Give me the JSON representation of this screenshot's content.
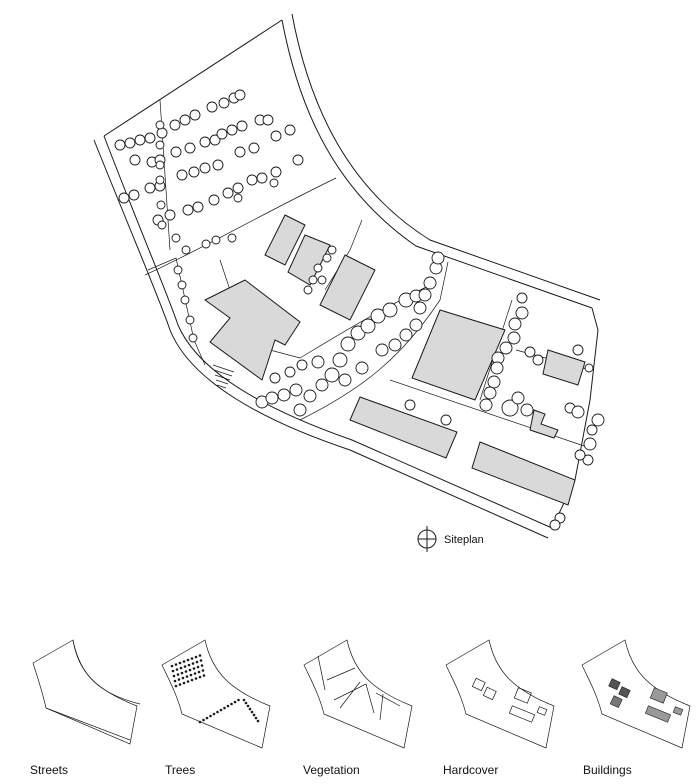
{
  "legend": {
    "siteplan_label": "Siteplan"
  },
  "thumbnails": [
    {
      "key": "streets",
      "label": "Streets"
    },
    {
      "key": "trees",
      "label": "Trees"
    },
    {
      "key": "vegetation",
      "label": "Vegetation"
    },
    {
      "key": "hardcover",
      "label": "Hardcover"
    },
    {
      "key": "buildings",
      "label": "Buildings"
    }
  ],
  "colors": {
    "line": "#1a1a1a",
    "building_fill": "#d9d9d9",
    "background": "#ffffff"
  }
}
